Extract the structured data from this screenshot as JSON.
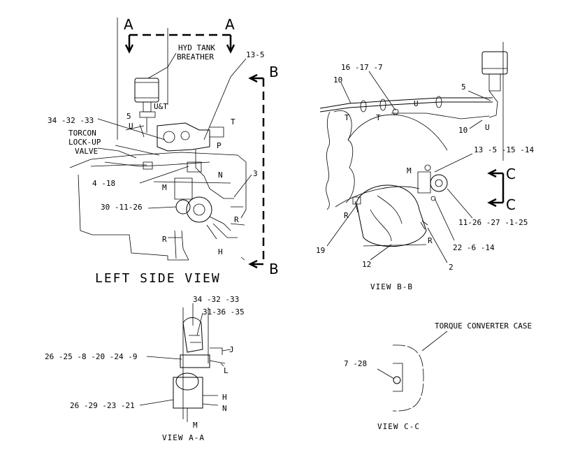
{
  "section_marks": {
    "a_left": "A",
    "a_right": "A",
    "b_top": "B",
    "b_bottom": "B",
    "c_top": "C",
    "c_bottom": "C"
  },
  "left_view": {
    "title": "LEFT SIDE VIEW",
    "labels": {
      "hyd_tank": "HYD TANK",
      "breather": "BREATHER",
      "ref_13_5": "13-5",
      "ref_34_32_33": "34 -32 -33",
      "ref_5": "5",
      "u": "U",
      "ut": "U&T",
      "t": "T",
      "torcon": "TORCON",
      "lockup": "LOCK-UP",
      "valve": "VALVE",
      "p": "P",
      "n": "N",
      "ref_3": "3",
      "ref_4_18": "4 -18",
      "m": "M",
      "ref_30_11_26": "30 -11-26",
      "r1": "R",
      "r2": "R",
      "h": "H"
    }
  },
  "view_bb": {
    "title": "VIEW B-B",
    "labels": {
      "ref_16_17_7": "16 -17 -7",
      "ref_10_a": "10",
      "ref_5": "5",
      "t1": "T",
      "t2": "T",
      "u1": "U",
      "u2": "U",
      "ref_10_b": "10",
      "ref_13_5_15_14": "13 -5 -15 -14",
      "m": "M",
      "ref_11_26_27_1_25": "11-26 -27 -1-25",
      "r1": "R",
      "r2": "R",
      "ref_19": "19",
      "ref_22_6_14": "22 -6 -14",
      "ref_12": "12",
      "ref_2": "2"
    }
  },
  "view_aa": {
    "title": "VIEW A-A",
    "labels": {
      "ref_34_32_33": "34 -32 -33",
      "ref_31_36_35": "31-36 -35",
      "ref_26_25_8_20_24_9": "26 -25 -8 -20 -24 -9",
      "j": "J",
      "l": "L",
      "ref_26_29_23_21": "26 -29 -23 -21",
      "h": "H",
      "n": "N",
      "m": "M"
    }
  },
  "view_cc": {
    "title": "VIEW C-C",
    "labels": {
      "torque_converter_case": "TORQUE CONVERTER CASE",
      "ref_7_28": "7 -28"
    }
  }
}
